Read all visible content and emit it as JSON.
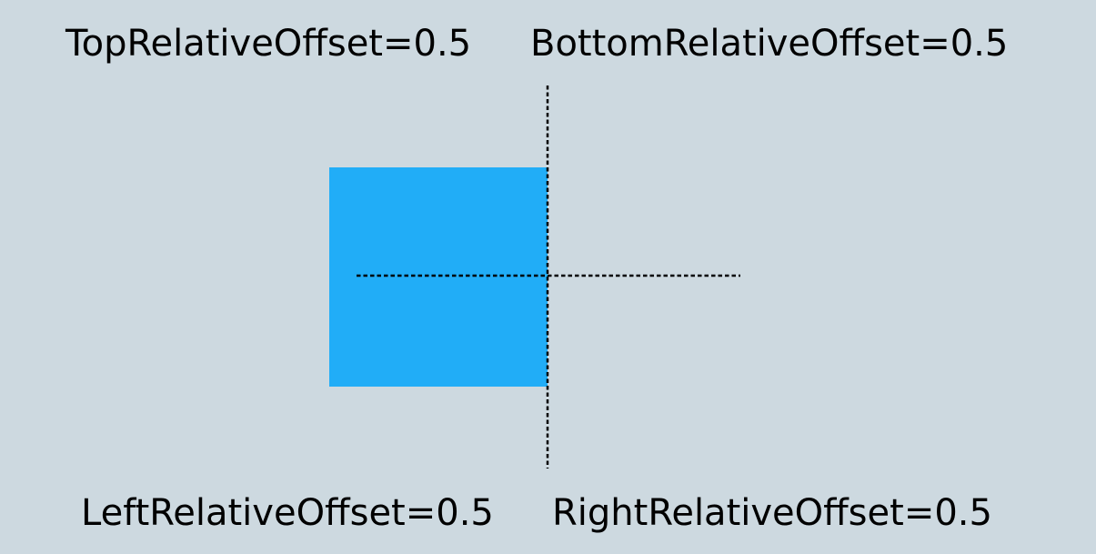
{
  "labels": {
    "top": "TopRelativeOffset=0.5",
    "bottom": "BottomRelativeOffset=0.5",
    "left": "LeftRelativeOffset=0.5",
    "right": "RightRelativeOffset=0.5"
  },
  "colors": {
    "background": "#cdd9e0",
    "box": "#21adf7",
    "guide": "#000000"
  }
}
